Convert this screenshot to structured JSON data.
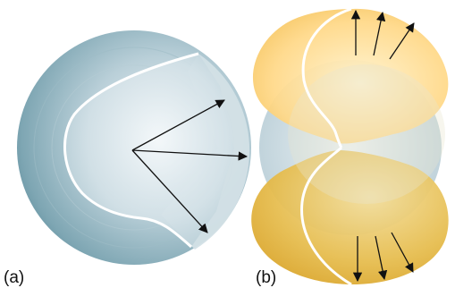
{
  "panels": [
    {
      "id": "a",
      "label": "(a)"
    },
    {
      "id": "b",
      "label": "(b)"
    }
  ],
  "colors": {
    "sphere_dark": "#5b8b9b",
    "sphere_light": "#eaf1f4",
    "shell_pale": "#d6e2e8",
    "gold_light": "#ffe8a6",
    "gold_dark": "#e0ad2c",
    "boundary": "#ffffff",
    "arrow": "#111111"
  }
}
